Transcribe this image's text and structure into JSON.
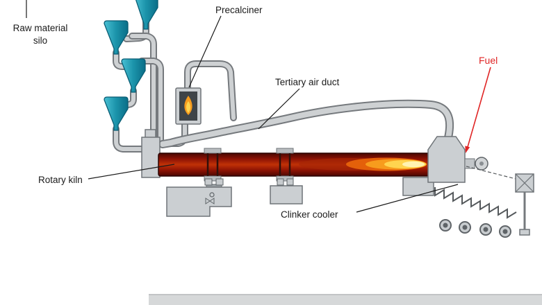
{
  "diagram": {
    "type": "process-diagram",
    "subject": "Cement plant rotary kiln with preheater, precalciner and clinker cooler",
    "labels": {
      "raw_material_silo": "Raw material silo",
      "precalciner": "Precalciner",
      "tertiary_air_duct": "Tertiary air duct",
      "rotary_kiln": "Rotary kiln",
      "fuel": "Fuel",
      "clinker_cooler": "Clinker cooler"
    },
    "colors": {
      "cyclone_light": "#49c0d4",
      "cyclone_mid": "#1b93aa",
      "cyclone_dark": "#0a6e88",
      "pipe_light": "#ced1d3",
      "pipe_dark": "#75797d",
      "structure_fill": "#cbcfd2",
      "structure_stroke": "#6f7478",
      "kiln_dark": "#4a0702",
      "kiln_mid": "#8c1204",
      "kiln_hot": "#c03207",
      "flame_orange": "#f79c1d",
      "flame_yellow": "#ffd44f",
      "fuel_red": "#e02525",
      "label_text": "#1a1a1a",
      "floor_gray": "#d6d8d9"
    }
  }
}
